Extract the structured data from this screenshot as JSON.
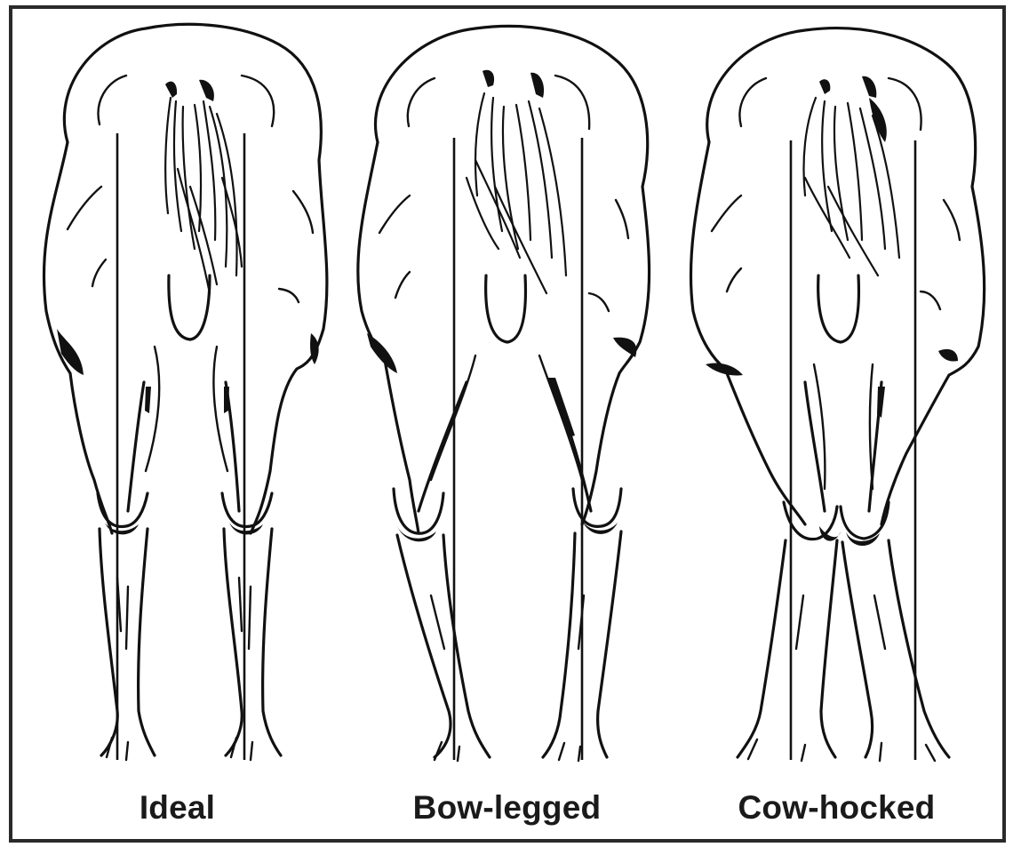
{
  "figure": {
    "panels": [
      {
        "id": "ideal",
        "caption": "Ideal"
      },
      {
        "id": "bow-legged",
        "caption": "Bow-legged"
      },
      {
        "id": "cow-hocked",
        "caption": "Cow-hocked"
      }
    ]
  }
}
